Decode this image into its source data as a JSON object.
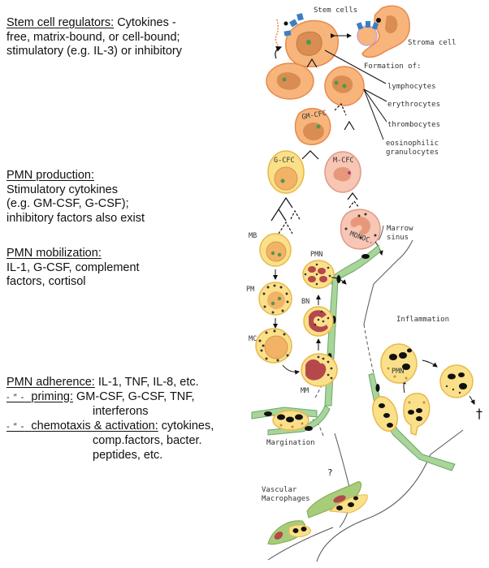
{
  "colors": {
    "stem_cell_fill": "#f7b57c",
    "stem_cell_stroke": "#e8894a",
    "nucleus": "#d98d52",
    "green_dot": "#4a9a4a",
    "yellow_cell": "#fbe08a",
    "yellow_stroke": "#e8b94a",
    "pink_cell": "#f7c6b5",
    "red_nucleus": "#b5484a",
    "endothelium": "#a9d49a",
    "receptor_blue": "#3a7fc4"
  },
  "left_text": {
    "stem": {
      "heading": "Stem cell regulators:",
      "line1_rest": " Cytokines -",
      "line2": "free, matrix-bound, or cell-bound;",
      "line3": "stimulatory (e.g. IL-3) or inhibitory"
    },
    "production": {
      "heading": "PMN production:",
      "line1": "Stimulatory cytokines",
      "line2": "(e.g. GM-CSF, G-CSF);",
      "line3": "inhibitory factors also exist"
    },
    "mobilization": {
      "heading": "PMN mobilization:",
      "line1": "IL-1, G-CSF, complement",
      "line2": "factors, cortisol"
    },
    "adherence": {
      "heading": "PMN adherence:",
      "line1_rest": " IL-1, TNF, IL-8, etc.",
      "ditto": "- ″ -",
      "priming_heading": "priming:",
      "priming_rest": " GM-CSF, G-CSF, TNF,",
      "priming_line2": "interferons",
      "chemo_heading": "chemotaxis & activation:",
      "chemo_rest": " cytokines,",
      "chemo_line2": "comp.factors, bacter.",
      "chemo_line3": "peptides, etc."
    }
  },
  "diagram_labels": {
    "stem_cells": "Stem cells",
    "stroma_cell": "Stroma cell",
    "formation_of": "Formation of:",
    "lymphocytes": "lymphocytes",
    "erythrocytes": "erythrocytes",
    "thrombocytes": "thrombocytes",
    "eosinophilic": "eosinophilic",
    "granulocytes": "granulocytes",
    "gm_cfc": "GM-CFC",
    "g_cfc": "G-CFC",
    "m_cfc": "M-CFC",
    "monoc": "MONOC.",
    "marrow": "Marrow",
    "sinus": "sinus",
    "mb": "MB",
    "pm": "PM",
    "mc": "MC",
    "mm": "MM",
    "bn": "BN",
    "pmn": "PMN",
    "pmn2": "PMN",
    "inflammation": "Inflammation",
    "margination": "Margination",
    "question": "?",
    "vascular": "Vascular",
    "macrophages": "Macrophages",
    "dagger": "†"
  }
}
